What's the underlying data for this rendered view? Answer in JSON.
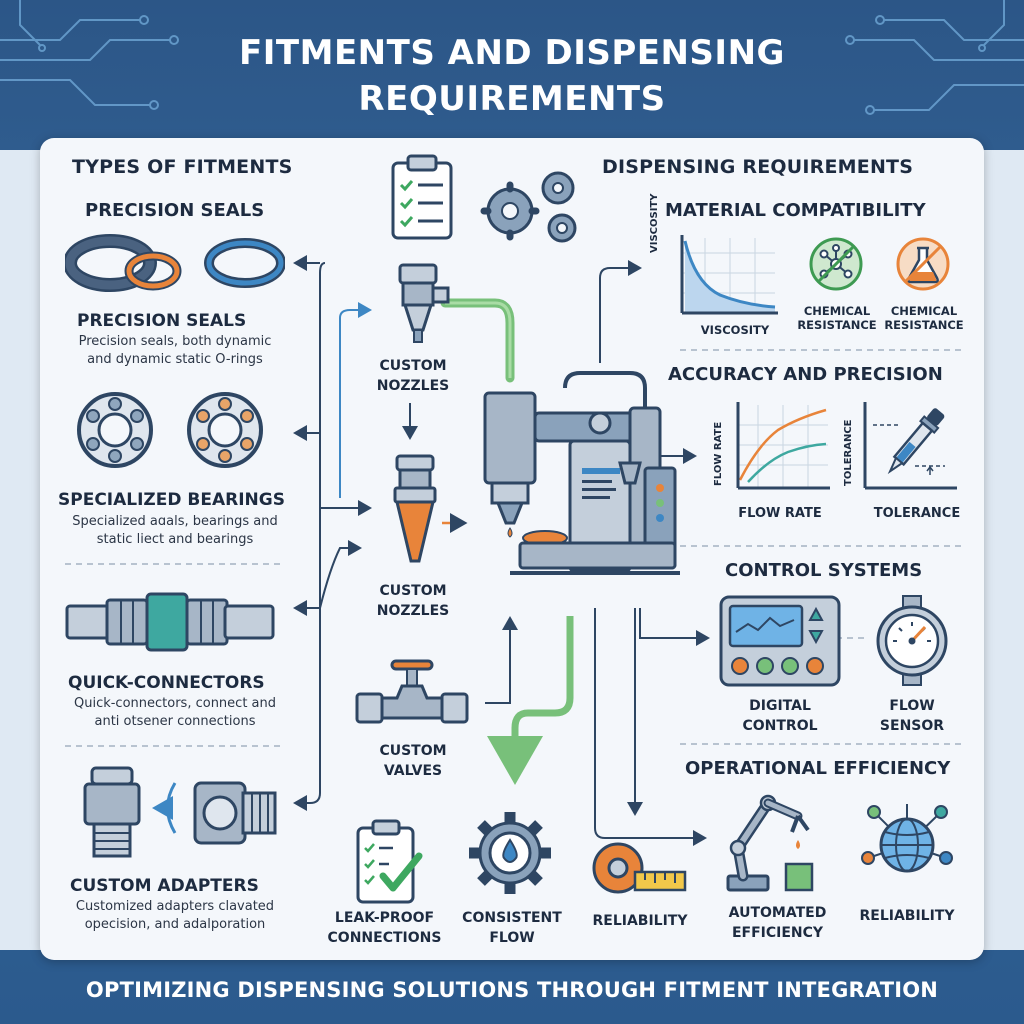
{
  "title_line1": "FITMENTS AND DISPENSING",
  "title_line2": "REQUIREMENTS",
  "footer": "OPTIMIZING DISPENSING SOLUTIONS THROUGH FITMENT INTEGRATION",
  "colors": {
    "accent_blue": "#3d87c4",
    "accent_orange": "#e8843a",
    "accent_green": "#78c07a",
    "navy": "#2c5687",
    "teal": "#3ea8a0"
  },
  "fitments": {
    "heading": "TYPES OF FITMENTS",
    "seals_title": "PRECISION SEALS",
    "seals_name": "PRECISION SEALS",
    "seals_desc1": "Precision seals, both dynamic",
    "seals_desc2": "and dynamic static O-rings",
    "bearings_name": "SPECIALIZED BEARINGS",
    "bearings_desc1": "Specialized aɑals, bearings and",
    "bearings_desc2": "static liect and bearings",
    "connectors_name": "QUICK-CONNECTORS",
    "connectors_desc1": "Quick-connectors, connect and",
    "connectors_desc2": "anti otsener connections",
    "adapters_name": "CUSTOM ADAPTERS",
    "adapters_desc1": "Customized adapters clavated",
    "adapters_desc2": "opecision, and adalporation"
  },
  "center": {
    "nozzle1_l1": "CUSTOM",
    "nozzle1_l2": "NOZZLES",
    "nozzle2_l1": "CUSTOM",
    "nozzle2_l2": "NOZZLES",
    "valve_l1": "CUSTOM",
    "valve_l2": "VALVES"
  },
  "dispensing": {
    "heading": "DISPENSING REQUIREMENTS",
    "material": {
      "title": "MATERIAL COMPATIBILITY",
      "chart_ylabel": "VISCOSITY",
      "chart_xlabel": "VISCOSITY",
      "chem1_l1": "CHEMICAL",
      "chem1_l2": "RESISTANCE",
      "chem2_l1": "CHEMICAL",
      "chem2_l2": "RESISTANCE"
    },
    "accuracy": {
      "title": "ACCURACY AND PRECISION",
      "chart_ylabel": "FLOW RATE",
      "chart_xlabel": "FLOW RATE",
      "tol_ylabel": "TOLERANCE",
      "tol_xlabel": "TOLERANCE"
    },
    "control": {
      "title": "CONTROL SYSTEMS",
      "digital_l1": "DIGITAL",
      "digital_l2": "CONTROL",
      "flow_l1": "FLOW",
      "flow_l2": "SENSOR"
    },
    "operational": {
      "title": "OPERATIONAL EFFICIENCY",
      "automated_l1": "AUTOMATED",
      "automated_l2": "EFFICIENCY",
      "reliability": "RELIABILITY"
    }
  },
  "bottom": {
    "leak_l1": "LEAK-PROOF",
    "leak_l2": "CONNECTIONS",
    "flow_l1": "CONSISTENT",
    "flow_l2": "FLOW",
    "reliability": "RELIABILITY"
  }
}
